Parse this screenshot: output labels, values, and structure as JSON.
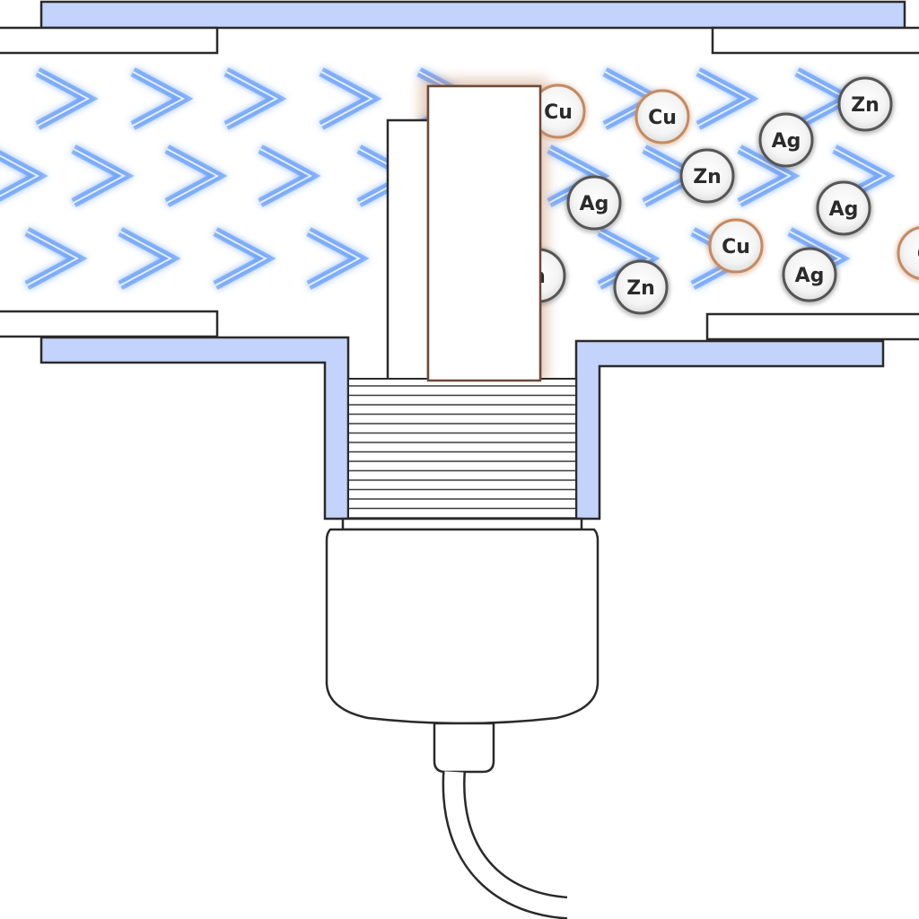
{
  "diagram": {
    "ions": [
      {
        "kind": "cu",
        "label": "Cu"
      },
      {
        "kind": "cu",
        "label": "Cu"
      },
      {
        "kind": "zn",
        "label": "Zn"
      },
      {
        "kind": "ag",
        "label": "Ag"
      },
      {
        "kind": "zn",
        "label": "Zn"
      },
      {
        "kind": "ag",
        "label": "Ag"
      },
      {
        "kind": "ag",
        "label": "Ag"
      },
      {
        "kind": "zn",
        "label": "n"
      },
      {
        "kind": "zn",
        "label": "Zn"
      },
      {
        "kind": "cu",
        "label": "Cu"
      },
      {
        "kind": "ag",
        "label": "Ag"
      },
      {
        "kind": "cu",
        "label": "C"
      }
    ],
    "colors": {
      "pipe_wall": "#c3d3fb",
      "flow_chevron": "#4f8ef7",
      "copper_ring": "#c48a60",
      "metal_ring": "#555555",
      "electrode_glow": "#c48a60"
    },
    "icons": {
      "flow": "chevron-right-icon",
      "ion": "ion-circle-icon"
    }
  }
}
